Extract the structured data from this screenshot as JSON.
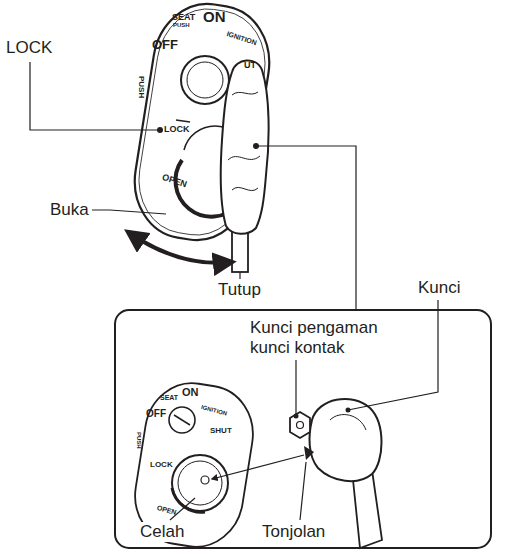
{
  "diagram": {
    "labels": [
      "LOCK",
      "SEAT",
      "PUSH",
      "ON",
      "OFF",
      "IGNITION",
      "PUSH",
      "UT",
      "LOCK",
      "OPEN",
      "Buka",
      "Tutup",
      "Kunci",
      "Kunci pengaman kunci kontak",
      "SEAT",
      "ON",
      "OFF",
      "IGNITION",
      "PUSH",
      "SHUT",
      "LOCK",
      "OPEN",
      "Celah",
      "Tonjolan"
    ]
  }
}
